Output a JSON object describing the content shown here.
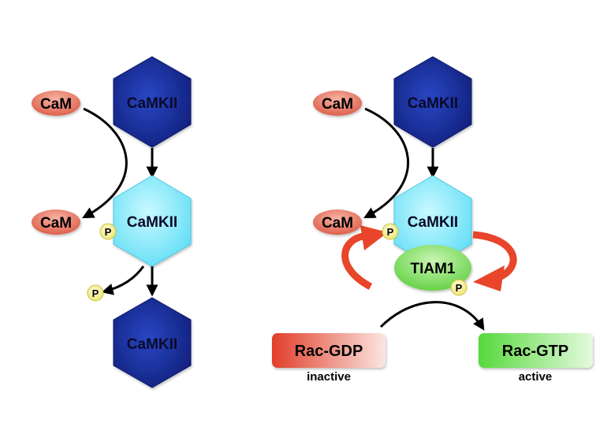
{
  "left_panel": {
    "camkii_top": "CaMKII",
    "camkii_active": "CaMKII",
    "camkii_bottom": "CaMKII",
    "cam_top": "CaM",
    "cam_bottom": "CaM",
    "phospho_on_camkii": "P",
    "phospho_released": "P"
  },
  "right_panel": {
    "camkii_top": "CaMKII",
    "camkii_active": "CaMKII",
    "cam_top": "CaM",
    "cam_bottom": "CaM",
    "tiam1": "TIAM1",
    "phospho_on_camkii": "P",
    "phospho_on_tiam1": "P",
    "rac_gdp": "Rac-GDP",
    "rac_gdp_state": "inactive",
    "rac_gtp": "Rac-GTP",
    "rac_gtp_state": "active"
  },
  "colors": {
    "camkii_inactive": "#1a2f9e",
    "camkii_active": "#7fe9fb",
    "cam": "#e8725f",
    "phospho": "#f4f08a",
    "tiam1": "#7ddc5f",
    "rac_gdp": "#e4523c",
    "rac_gtp": "#6fe05a",
    "feedback_arrow": "#e8452a"
  }
}
